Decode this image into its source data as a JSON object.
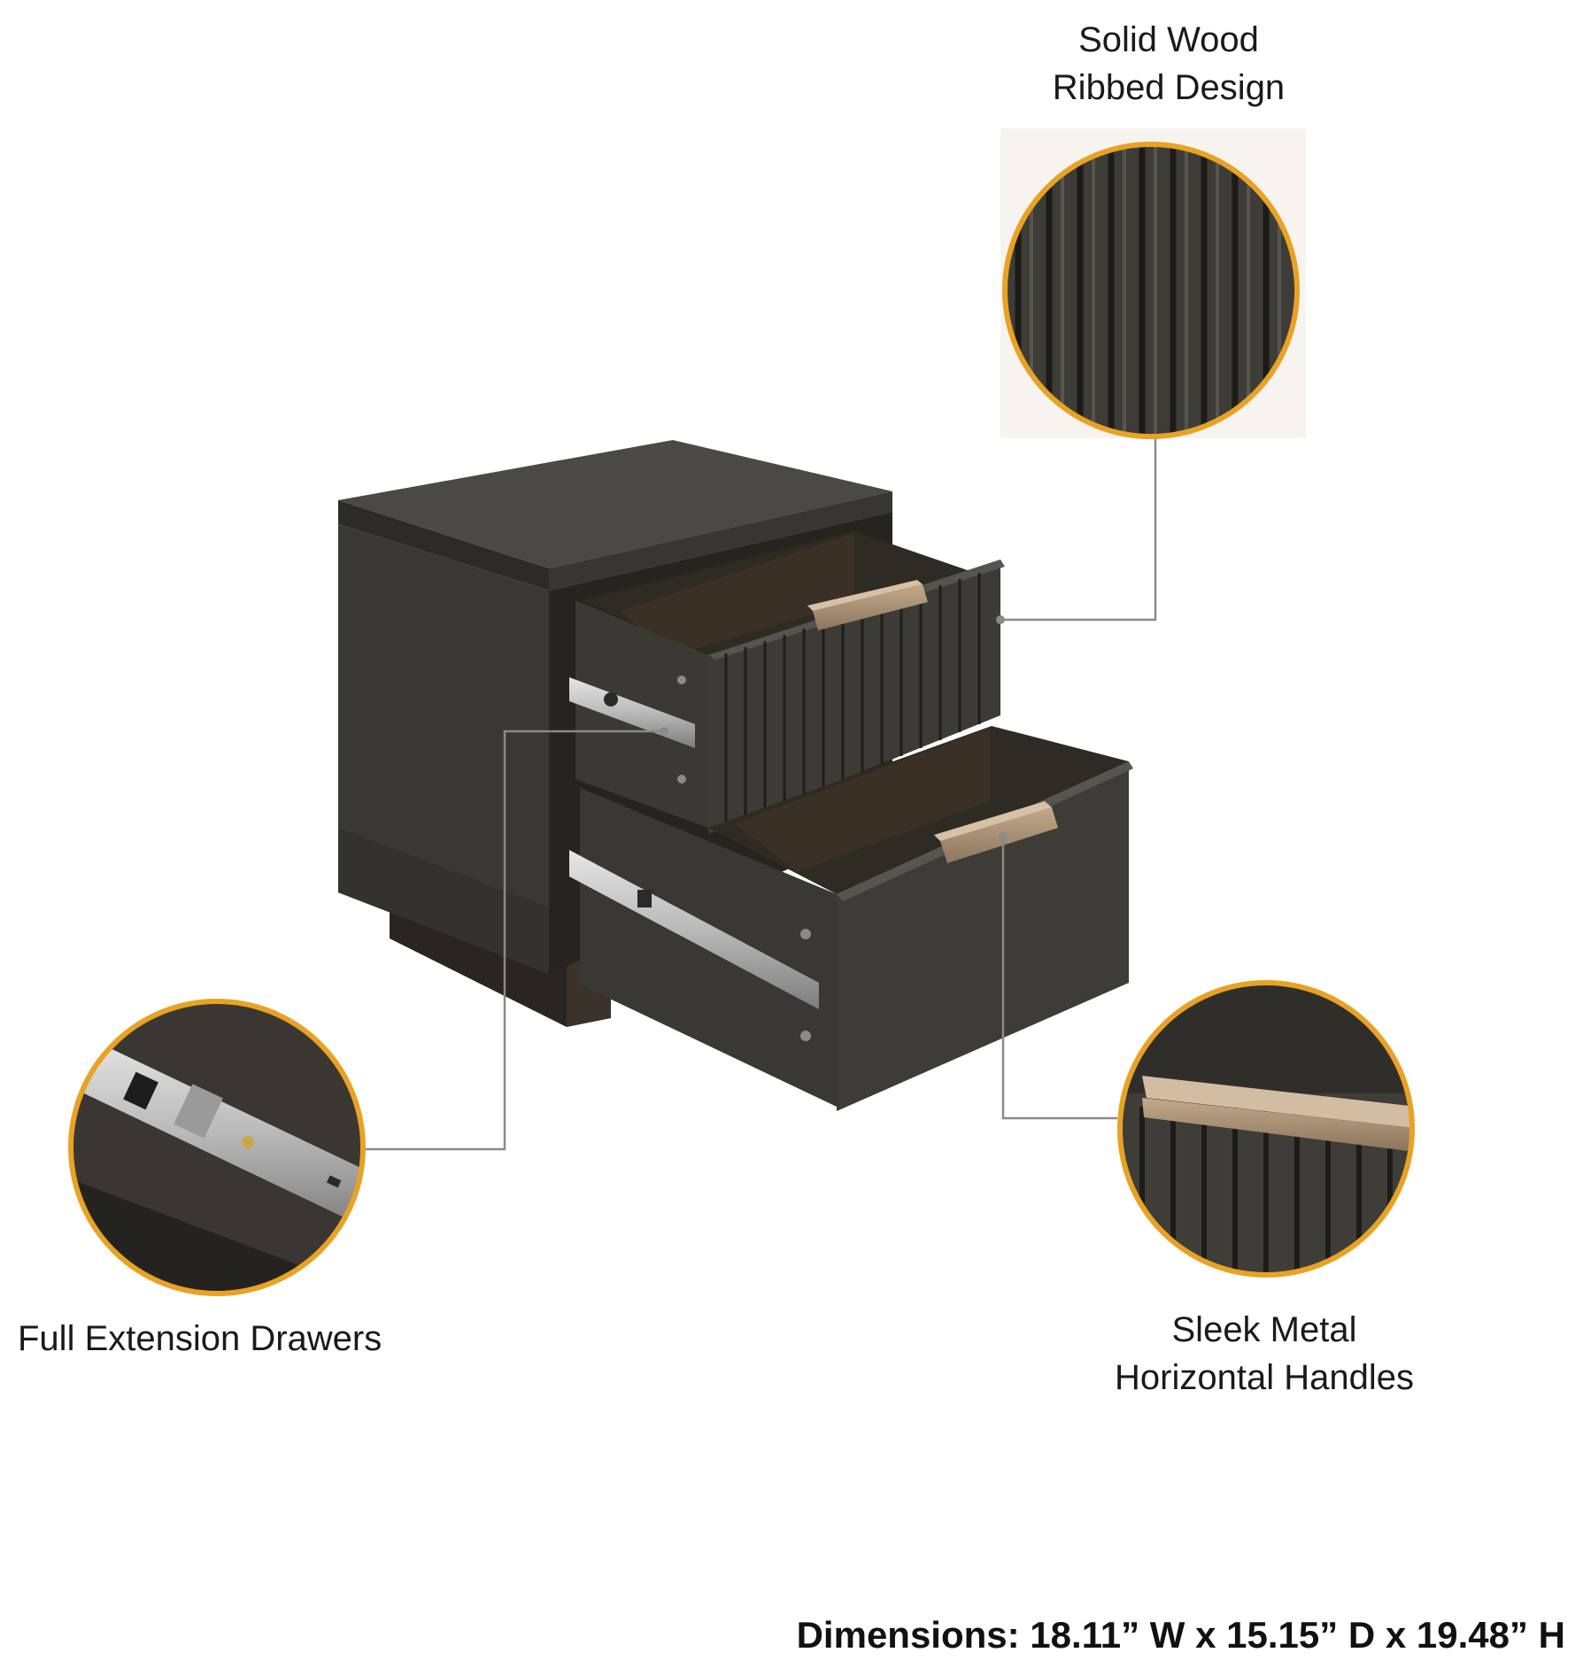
{
  "callouts": {
    "ribbed": {
      "line1": "Solid Wood",
      "line2": "Ribbed Design"
    },
    "drawers": {
      "line1": "Full Extension Drawers"
    },
    "handles": {
      "line1": "Sleek Metal",
      "line2": "Horizontal Handles"
    }
  },
  "dimensions": "Dimensions: 18.11” W x 15.15” D x 19.48” H",
  "colors": {
    "accent_ring": "#E8A224",
    "wood_dark": "#3b3a35",
    "wood_shadow": "#26241f",
    "interior": "#2e2a24",
    "metal_handle": "#a08a6f",
    "leader_line": "#8a8a8a"
  }
}
